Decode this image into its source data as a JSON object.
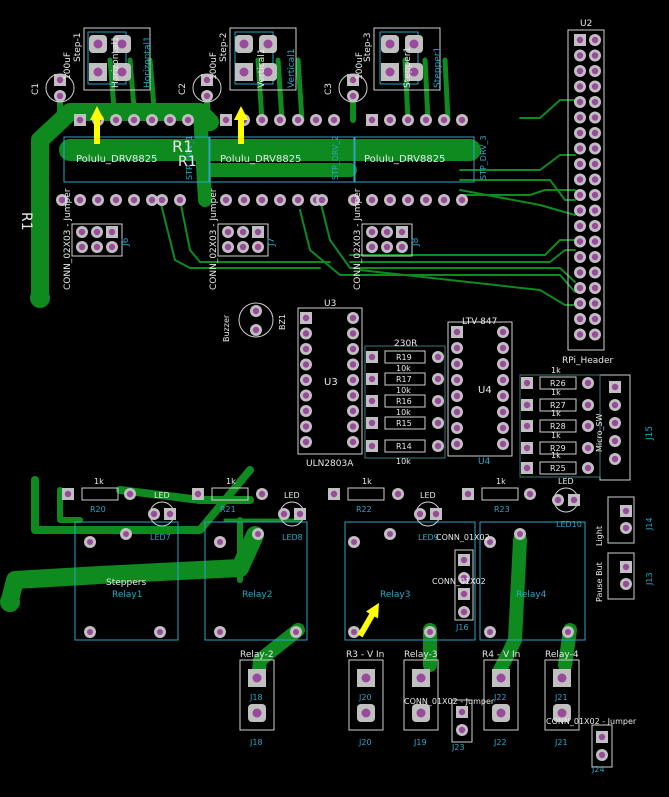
{
  "colors": {
    "background": "#000000",
    "copper": "#0f8a1f",
    "pad": "#c0c0c0",
    "drill": "#9a4a9a",
    "silkscreen": "#e8e8e8",
    "fab": "#2aa6c8",
    "courtyard": "#3a7a7a",
    "arrow": "#ffff00"
  },
  "labels": {
    "c1": "C1",
    "c1_val": "100uF",
    "c2": "C2",
    "c2_val": "100uF",
    "c3": "C3",
    "c3_val": "100uF",
    "step1": "Step-1",
    "step2": "Step-2",
    "step3": "Step-3",
    "horizontal": "Horizontal1",
    "vertical": "Vertical1",
    "stepper": "Stepper1",
    "drv1": "Polulu_DRV8825",
    "drv2": "Polulu_DRV8825",
    "drv3": "Polulu_DRV8825",
    "stp1": "STP_DRV_1",
    "stp2": "STP_DRV_2",
    "stp3": "STP_DRV_3",
    "r1_big": "R1",
    "r1_small": "R1",
    "r1_left": "R1",
    "jumper1": "CONN_02X03 - Jumper",
    "jumper2": "CONN_02X03 - Jumper",
    "jumper3": "CONN_02X03 - Jumper",
    "j6": "J6",
    "j7": "J7",
    "j8": "J8",
    "u2": "U2",
    "rpi": "RPi_Header",
    "buzzer": "Buzzer",
    "bz1": "BZ1",
    "u3": "U3",
    "u3_top": "U3",
    "uln": "ULN2803A",
    "r230": "230R",
    "ltv": "LTV-847",
    "u4": "U4",
    "u4_bot": "U4",
    "r19": "R19",
    "r17": "R17",
    "r16": "R16",
    "r15": "R15",
    "r14": "R14",
    "k10a": "10k",
    "k10b": "10k",
    "k10c": "10k",
    "k10d": "10k",
    "r26": "R26",
    "r27": "R27",
    "r28": "R28",
    "r29": "R29",
    "r25": "R25",
    "k1a": "1k",
    "k1b": "1k",
    "k1c": "1k",
    "k1d": "1k",
    "k1e": "1k",
    "j15": "J15",
    "micro_sw": "Micro_SW",
    "r20": "R20",
    "r21": "R21",
    "r22": "R22",
    "r23": "R23",
    "k1f": "1k",
    "k1g": "1k",
    "k1h": "1k",
    "k1i": "1k",
    "led1": "LED",
    "led2": "LED",
    "led3": "LED",
    "led4": "LED",
    "led7": "LED7",
    "led8": "LED8",
    "led9": "LED9",
    "led10": "LED10",
    "relay1": "Relay1",
    "relay2": "Relay2",
    "relay3": "Relay3",
    "relay4": "Relay4",
    "steppers": "Steppers",
    "conn01x02a": "CONN_01X02",
    "conn01x02b": "CONN_01X02",
    "j16": "J16",
    "j14": "J14",
    "j13": "J13",
    "pause": "Pause But",
    "light": "Light",
    "relay_2": "Relay-2",
    "relay_3": "Relay-3",
    "relay_4": "Relay-4",
    "r3v": "R3 - V In",
    "r4v": "R4 - V In",
    "j18": "J18",
    "j18b": "J18",
    "j20": "J20",
    "j20b": "J20",
    "j19": "J19",
    "j22": "J22",
    "j22b": "J22",
    "j21": "J21",
    "j21b": "J21",
    "j23": "J23",
    "j24": "J24",
    "conn_jumper_a": "CONN_01X02 - Jumper",
    "conn_jumper_b": "CONN_01X02 - Jumper"
  }
}
